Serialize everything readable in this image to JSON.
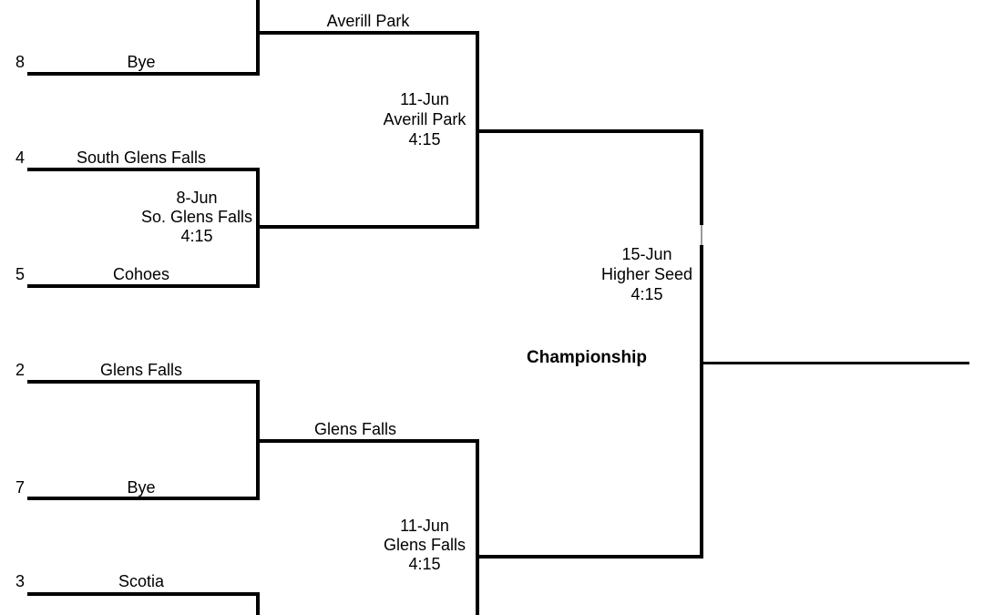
{
  "colors": {
    "background": "#ffffff",
    "lines": "#000000",
    "text": "#000000"
  },
  "bracket": {
    "first_round": [
      {
        "seed": "8",
        "team": "Bye"
      },
      {
        "seed": "4",
        "team": "South Glens Falls"
      },
      {
        "seed": "5",
        "team": "Cohoes"
      },
      {
        "seed": "2",
        "team": "Glens Falls"
      },
      {
        "seed": "7",
        "team": "Bye"
      },
      {
        "seed": "3",
        "team": "Scotia"
      }
    ],
    "advancing": [
      {
        "team": "Averill Park"
      },
      {
        "team": "Glens Falls"
      }
    ],
    "quarterfinal_match": {
      "date": "8-Jun",
      "site": "So. Glens Falls",
      "time": "4:15"
    },
    "semifinal_matches": [
      {
        "date": "11-Jun",
        "site": "Averill Park",
        "time": "4:15"
      },
      {
        "date": "11-Jun",
        "site": "Glens Falls",
        "time": "4:15"
      }
    ],
    "final_match": {
      "date": "15-Jun",
      "site": "Higher Seed",
      "time": "4:15"
    },
    "championship_label": "Championship"
  }
}
